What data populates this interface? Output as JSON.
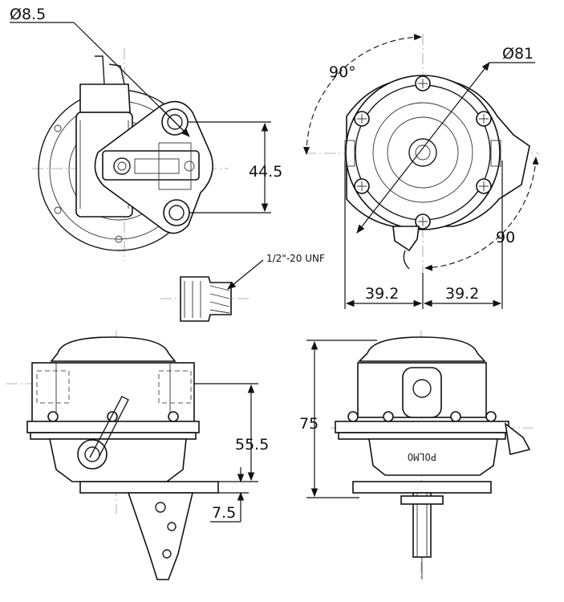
{
  "dimensions": {
    "hole_diameter": "Ø8.5",
    "flange_diameter": "Ø81",
    "angle_top": "90°",
    "angle_right": "90",
    "hole_spacing": "44.5",
    "half_width_left": "39.2",
    "half_width_right": "39.2",
    "outlet_height": "55.5",
    "base_offset": "7.5",
    "total_height": "75"
  },
  "thread_spec": "1/2\"-20 UNF",
  "brand_mark": "POLMO"
}
